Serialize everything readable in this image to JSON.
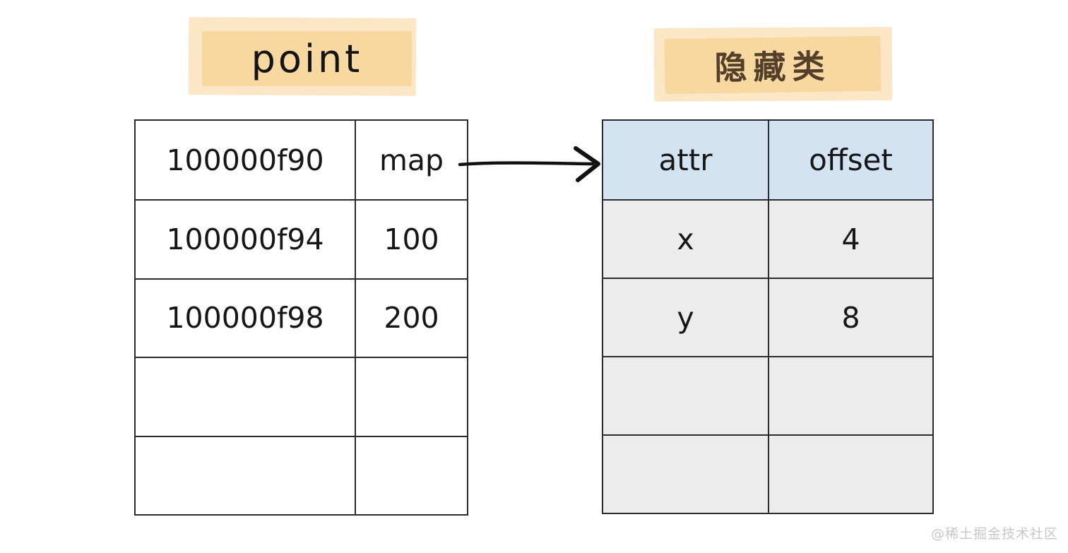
{
  "left_table": {
    "title": "point",
    "rows": [
      {
        "address": "100000f90",
        "value": "map"
      },
      {
        "address": "100000f94",
        "value": "100"
      },
      {
        "address": "100000f98",
        "value": "200"
      },
      {
        "address": "",
        "value": ""
      },
      {
        "address": "",
        "value": ""
      }
    ]
  },
  "right_table": {
    "title": "隐藏类",
    "headers": [
      "attr",
      "offset"
    ],
    "rows": [
      {
        "attr": "x",
        "offset": "4"
      },
      {
        "attr": "y",
        "offset": "8"
      },
      {
        "attr": "",
        "offset": ""
      },
      {
        "attr": "",
        "offset": ""
      }
    ]
  },
  "watermark": "@稀土掘金技术社区",
  "colors": {
    "highlight_back": "#fbe7c5",
    "highlight_front": "#f8d8a1",
    "header_blue": "#d3e3f1",
    "row_gray": "#ececec",
    "border": "#2b2b2b",
    "hidden_title_text": "#54402a",
    "watermark_gray": "#c7c7c7"
  }
}
